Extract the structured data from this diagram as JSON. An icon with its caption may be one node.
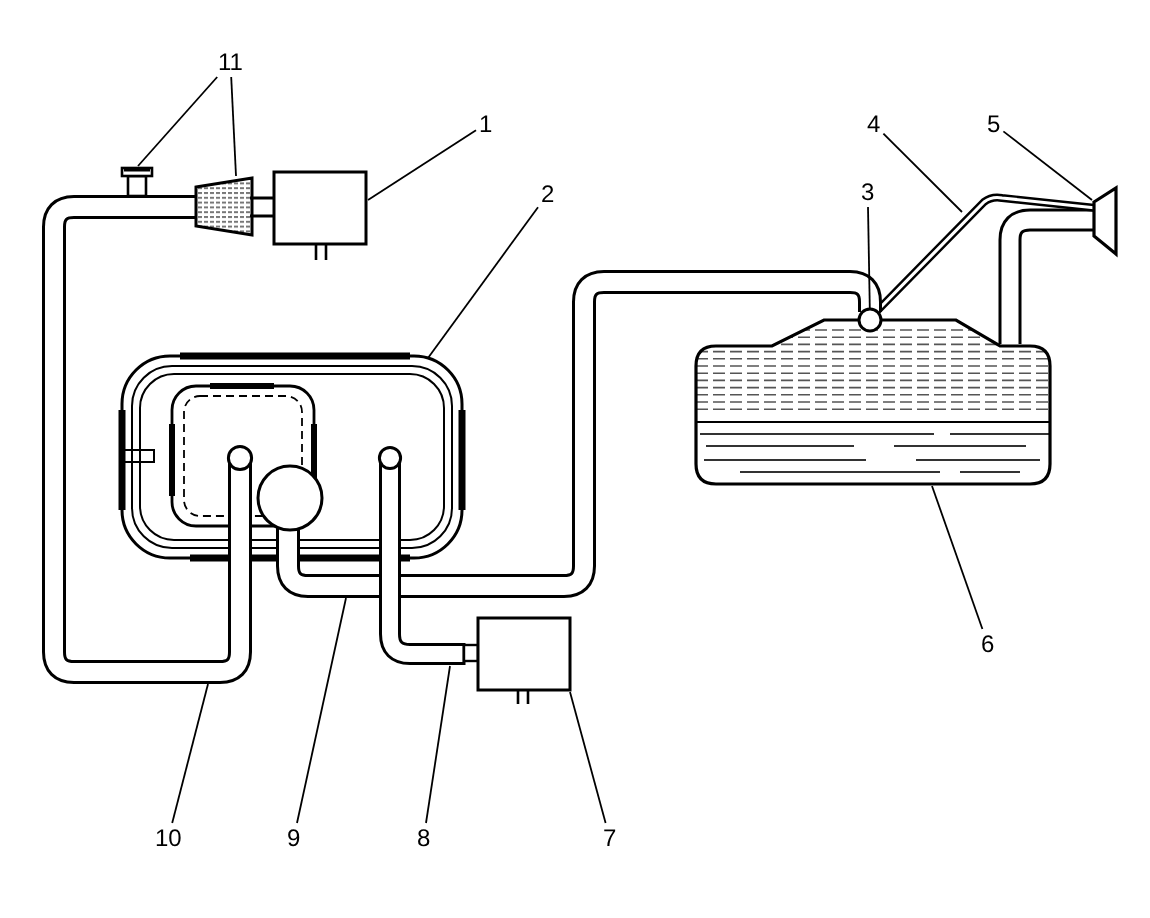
{
  "diagram": {
    "nodes": [
      {
        "text": [
          "11"
        ]
      },
      {
        "text": [
          "1"
        ]
      },
      {
        "text": [
          "4"
        ]
      },
      {
        "text": [
          "5"
        ]
      },
      {
        "text": [
          "2"
        ]
      },
      {
        "text": [
          "3"
        ]
      },
      {
        "text": [],
        "shape": "circle"
      },
      {
        "text": [
          "6"
        ]
      },
      {
        "text": [
          "10"
        ]
      },
      {
        "text": [
          "9"
        ]
      },
      {
        "text": [
          "8"
        ]
      },
      {
        "text": [
          "7"
        ]
      }
    ],
    "edges": [
      {
        "from": 0,
        "to": null,
        "arrow": "none"
      },
      {
        "from": 0,
        "to": null,
        "arrow": "none"
      },
      {
        "from": 1,
        "to": null,
        "arrow": "none"
      },
      {
        "from": 2,
        "to": null,
        "arrow": "none"
      },
      {
        "from": 3,
        "to": null,
        "arrow": "none"
      },
      {
        "from": 4,
        "to": null,
        "arrow": "none"
      },
      {
        "from": 5,
        "to": 6,
        "arrow": "none"
      },
      {
        "from": 7,
        "to": null,
        "arrow": "none"
      },
      {
        "from": 8,
        "to": null,
        "arrow": "none"
      },
      {
        "from": 9,
        "to": null,
        "arrow": "none"
      },
      {
        "from": 10,
        "to": null,
        "arrow": "none"
      },
      {
        "from": 11,
        "to": null,
        "arrow": "none"
      }
    ]
  }
}
